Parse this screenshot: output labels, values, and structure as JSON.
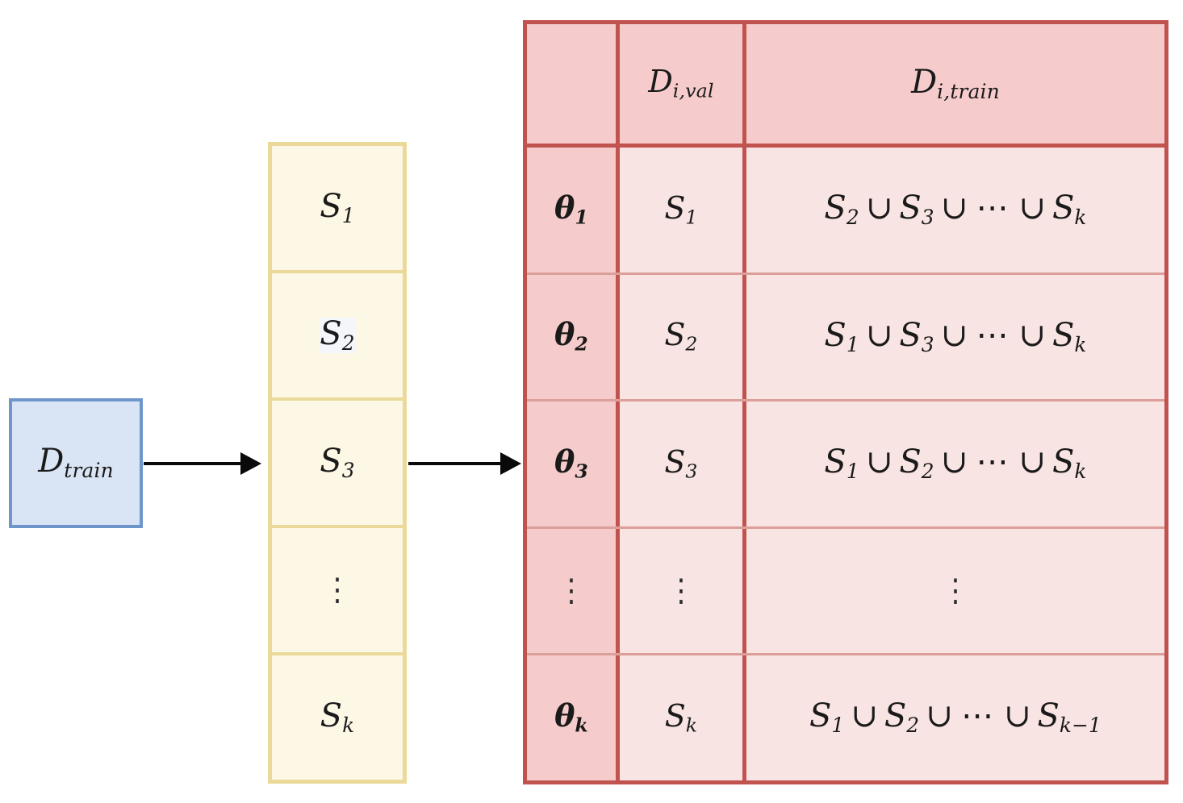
{
  "diagram": {
    "title": "k-fold cross-validation split diagram",
    "colors": {
      "source_box_fill": "#d9e5f4",
      "source_box_border": "#6e96cb",
      "folds_fill": "#fdf7e5",
      "folds_border": "#ebd99a",
      "table_outer_border": "#c1534f",
      "table_inner_border": "#dc9e99",
      "table_header_fill": "#f5cccb",
      "table_body_fill": "#f8e4e2",
      "arrow_color": "#0a0a0a"
    }
  },
  "source": {
    "label_base": "D",
    "label_sub": "train"
  },
  "arrows": [
    {
      "name": "arrow-source-to-folds"
    },
    {
      "name": "arrow-folds-to-table"
    }
  ],
  "folds": {
    "cells": [
      {
        "base": "S",
        "sub": "1",
        "highlight": false
      },
      {
        "base": "S",
        "sub": "2",
        "highlight": true
      },
      {
        "base": "S",
        "sub": "3",
        "highlight": false
      },
      {
        "base": "⋮",
        "sub": "",
        "highlight": false
      },
      {
        "base": "S",
        "sub": "k",
        "highlight": false
      }
    ]
  },
  "table": {
    "header": {
      "theta": "",
      "val_base": "D",
      "val_sub": "i,val",
      "train_base": "D",
      "train_sub": "i,train"
    },
    "rows": [
      {
        "theta_base": "θ",
        "theta_sub": "1",
        "val_base": "S",
        "val_sub": "1",
        "train": "S₂ ∪ S₃ ∪ ⋯ ∪ Sₖ",
        "train_parts": [
          {
            "base": "S",
            "sub": "2"
          },
          {
            "op": "∪"
          },
          {
            "base": "S",
            "sub": "3"
          },
          {
            "op": "∪"
          },
          {
            "dots": "⋯"
          },
          {
            "op": "∪"
          },
          {
            "base": "S",
            "sub": "k"
          }
        ]
      },
      {
        "theta_base": "θ",
        "theta_sub": "2",
        "val_base": "S",
        "val_sub": "2",
        "train": "S₁ ∪ S₃ ∪ ⋯ ∪ Sₖ",
        "train_parts": [
          {
            "base": "S",
            "sub": "1"
          },
          {
            "op": "∪"
          },
          {
            "base": "S",
            "sub": "3"
          },
          {
            "op": "∪"
          },
          {
            "dots": "⋯"
          },
          {
            "op": "∪"
          },
          {
            "base": "S",
            "sub": "k"
          }
        ]
      },
      {
        "theta_base": "θ",
        "theta_sub": "3",
        "val_base": "S",
        "val_sub": "3",
        "train": "S₁ ∪ S₂ ∪ ⋯ ∪ Sₖ",
        "train_parts": [
          {
            "base": "S",
            "sub": "1"
          },
          {
            "op": "∪"
          },
          {
            "base": "S",
            "sub": "2"
          },
          {
            "op": "∪"
          },
          {
            "dots": "⋯"
          },
          {
            "op": "∪"
          },
          {
            "base": "S",
            "sub": "k"
          }
        ]
      },
      {
        "theta_base": "⋮",
        "theta_sub": "",
        "val_base": "⋮",
        "val_sub": "",
        "train": "⋮",
        "train_parts": [
          {
            "vdots": "⋮"
          }
        ]
      },
      {
        "theta_base": "θ",
        "theta_sub": "k",
        "val_base": "S",
        "val_sub": "k",
        "train": "S₁ ∪ S₂ ∪ ⋯ ∪ Sₖ₋₁",
        "train_parts": [
          {
            "base": "S",
            "sub": "1"
          },
          {
            "op": "∪"
          },
          {
            "base": "S",
            "sub": "2"
          },
          {
            "op": "∪"
          },
          {
            "dots": "⋯"
          },
          {
            "op": "∪"
          },
          {
            "base": "S",
            "sub": "k−1"
          }
        ]
      }
    ]
  }
}
